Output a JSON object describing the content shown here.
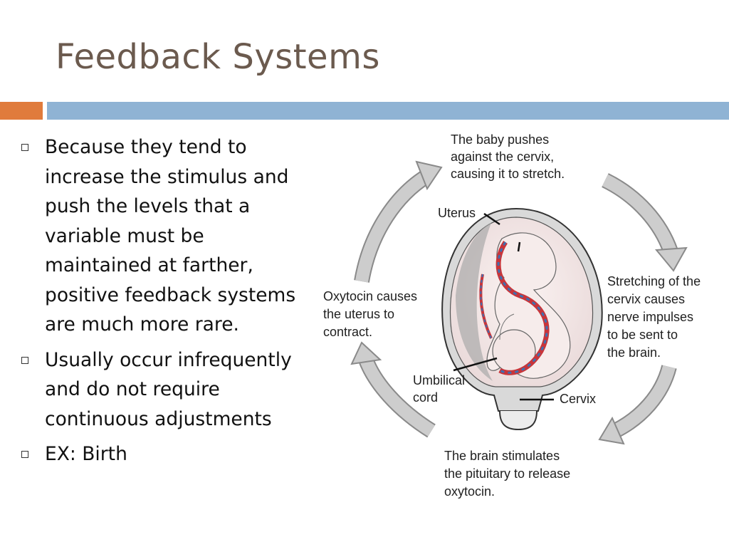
{
  "slide": {
    "title": "Feedback Systems",
    "bullets": [
      "Because they tend to increase the stimulus and push the levels that a variable must be maintained at farther, positive feedback systems are much more rare.",
      "Usually occur infrequently and do not require continuous adjustments",
      "EX: Birth"
    ]
  },
  "diagram": {
    "steps": [
      [
        "The baby pushes",
        "against the cervix,",
        "causing it to stretch."
      ],
      [
        "Stretching of the",
        "cervix causes",
        "nerve impulses",
        "to be sent to",
        "the brain."
      ],
      [
        "The brain stimulates",
        "the pituitary to release",
        "oxytocin."
      ],
      [
        "Oxytocin causes",
        "the uterus to",
        "contract."
      ]
    ],
    "labels": {
      "uterus": "Uterus",
      "cord": [
        "Umbilical",
        "cord"
      ],
      "cervix": "Cervix"
    }
  },
  "colors": {
    "title": "#6b5a4e",
    "accent_orange": "#e07b3c",
    "accent_blue": "#8fb3d4",
    "arrow_gray": "#c8c8c8",
    "cord_red": "#c8353a",
    "cord_blue": "#3f6fb0"
  }
}
